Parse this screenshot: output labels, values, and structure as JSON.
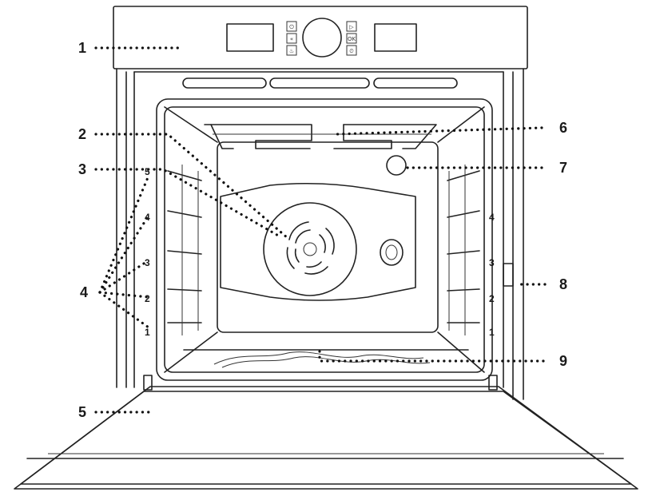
{
  "callouts": {
    "c1": "1",
    "c2": "2",
    "c3": "3",
    "c4": "4",
    "c5": "5",
    "c6": "6",
    "c7": "7",
    "c8": "8",
    "c9": "9"
  },
  "shelf_levels": {
    "left": [
      "5",
      "4",
      "3",
      "2",
      "1"
    ],
    "right": [
      "4",
      "3",
      "2",
      "1"
    ]
  },
  "control_panel": {
    "buttons_left": [
      "⏻",
      "«",
      "♨"
    ],
    "buttons_right": [
      "▷",
      "OK",
      "⏲"
    ]
  }
}
